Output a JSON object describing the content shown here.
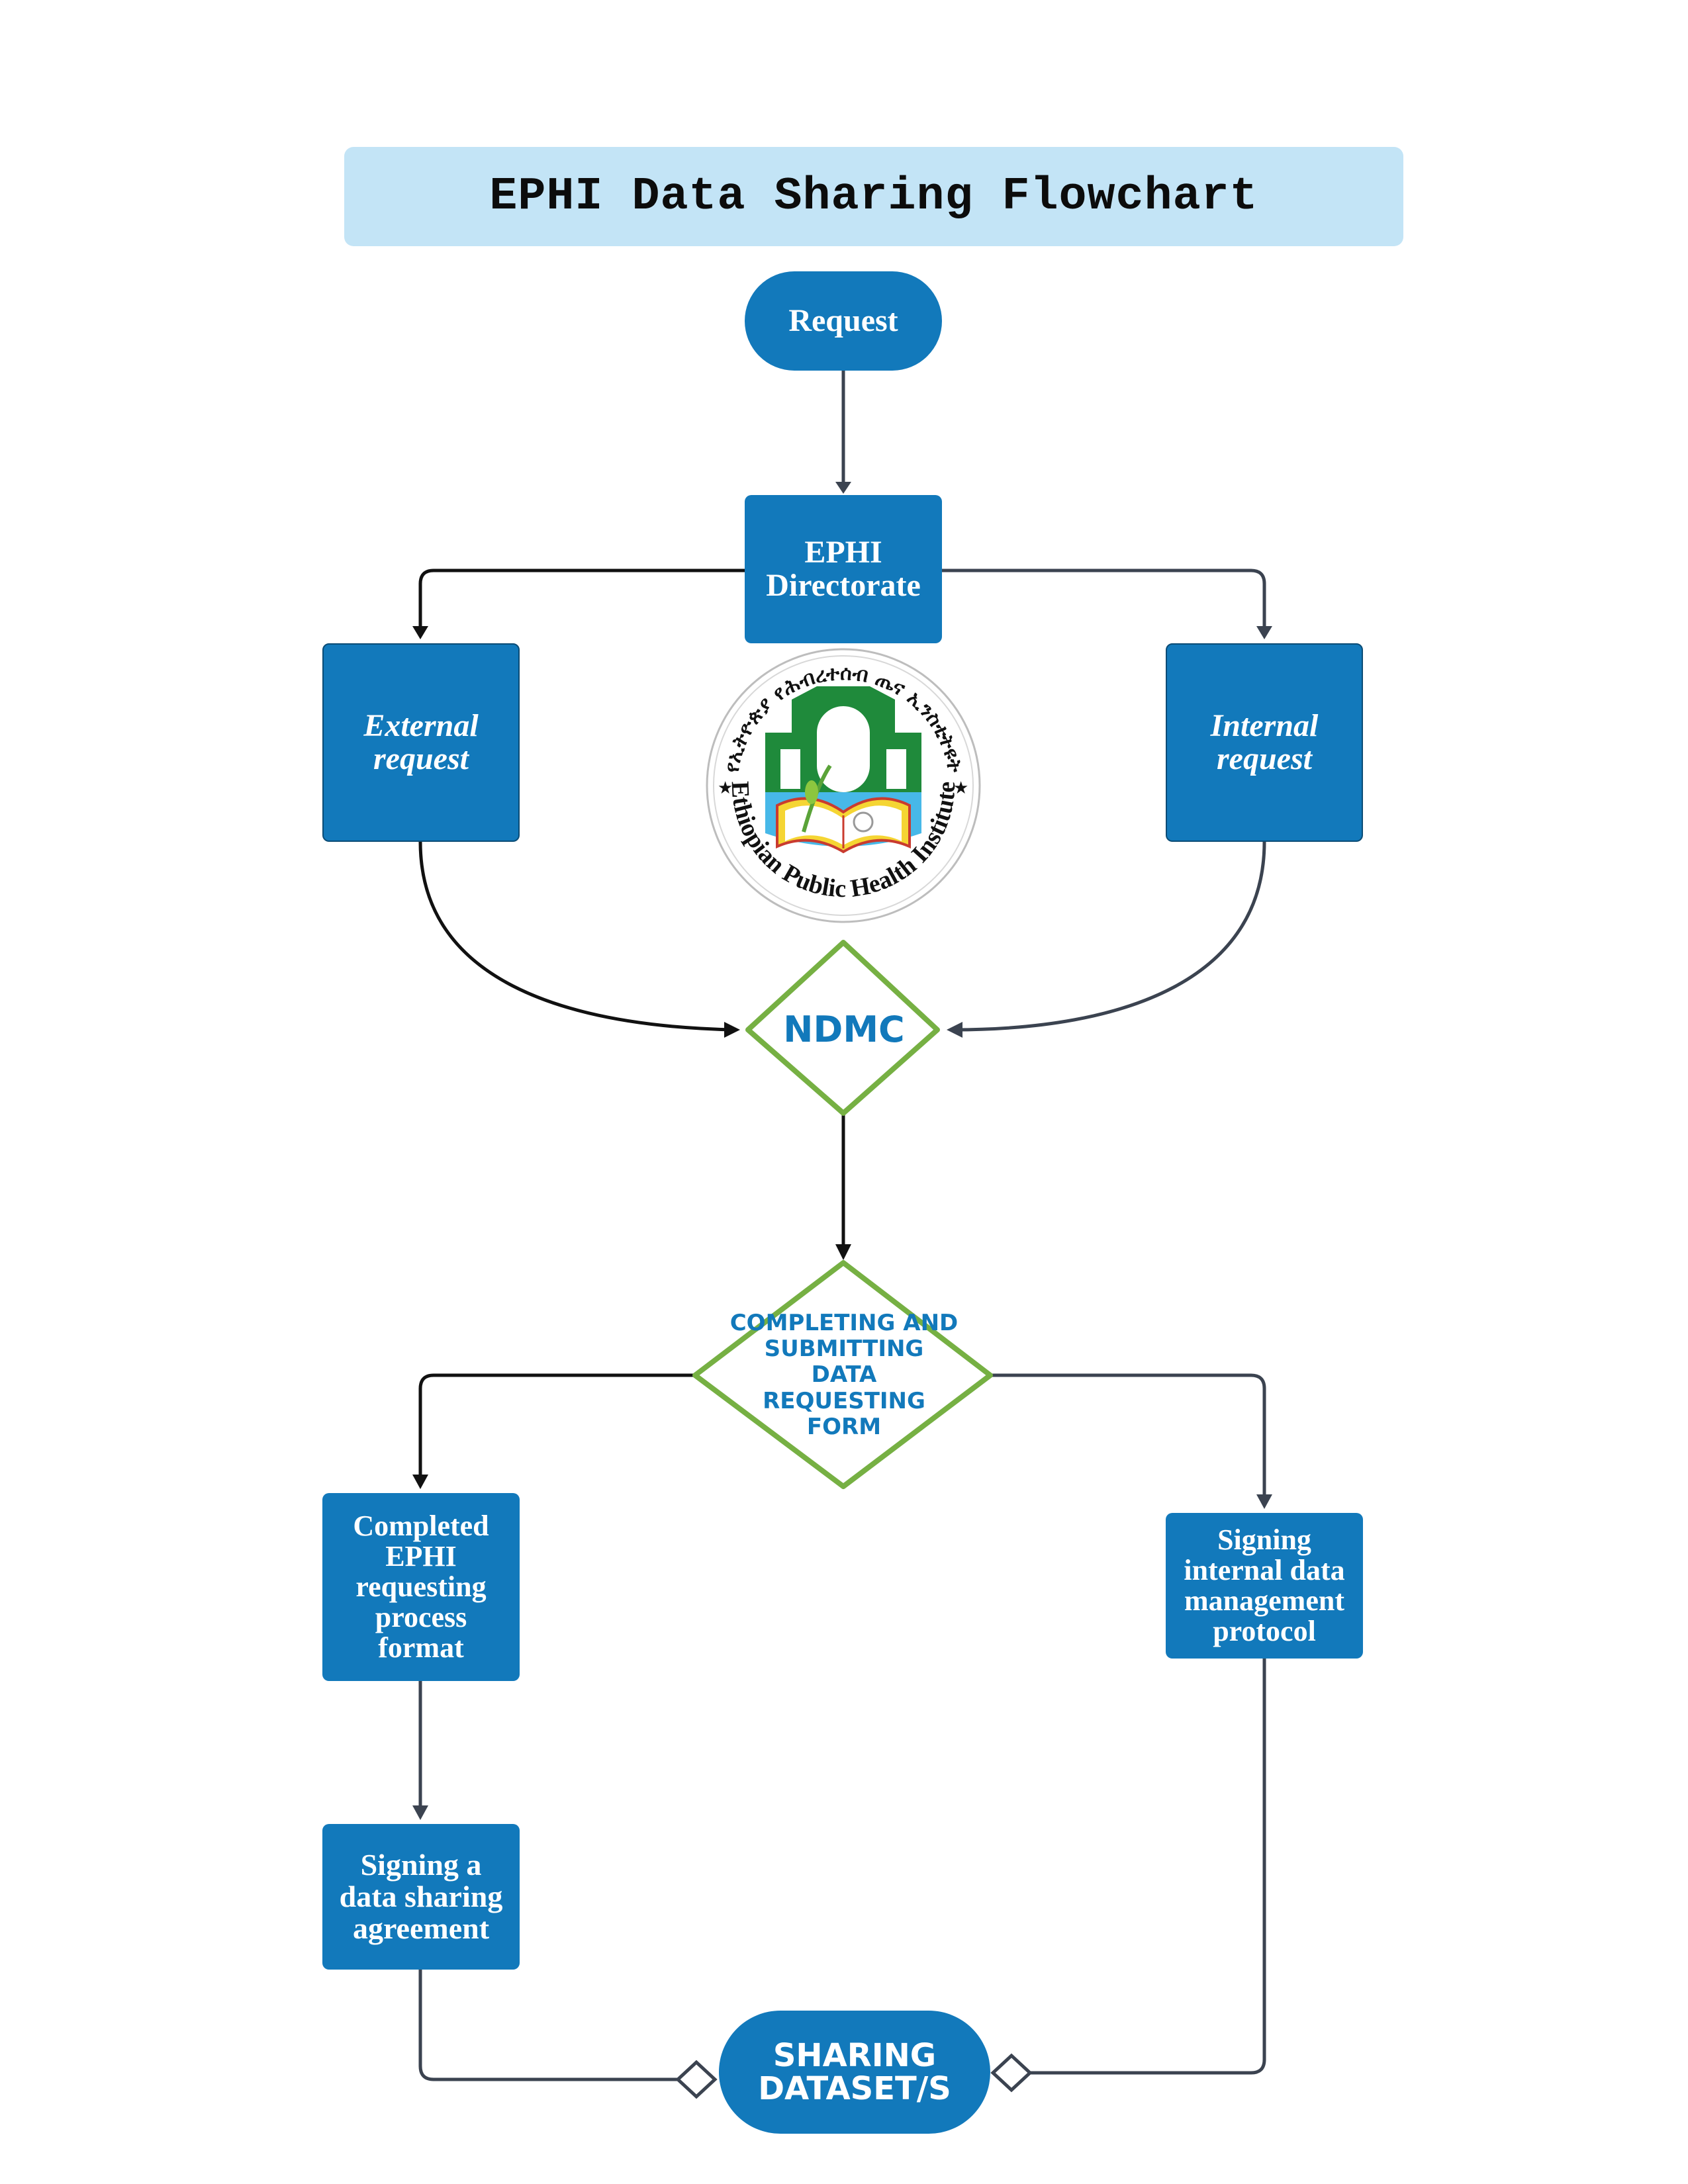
{
  "title": "EPHI Data Sharing Flowchart",
  "nodes": {
    "request": "Request",
    "directorate": "EPHI Directorate",
    "external": "External request",
    "internal": "Internal request",
    "ndmc": "NDMC",
    "form": "COMPLETING AND SUBMITTING DATA REQUESTING FORM",
    "completed": "Completed EPHI requesting process format",
    "signing_internal": "Signing internal data management protocol",
    "signing_agreement": "Signing a data sharing agreement",
    "sharing": "SHARING DATASET/S"
  },
  "logo": {
    "name": "Ethiopian Public Health Institute",
    "amharic": "የኢትዮጵያ የሕብረተሰብ ጤና ኢንስቲትዩት"
  },
  "colors": {
    "node_fill": "#1279bb",
    "title_bg": "#c3e4f6",
    "diamond_stroke": "#76b043",
    "diamond_text": "#1279bb",
    "connector": "#3b4350"
  }
}
